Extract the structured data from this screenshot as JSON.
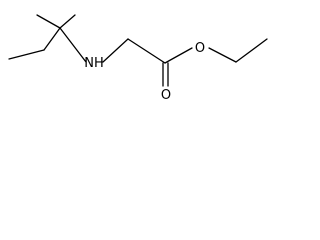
{
  "structure": {
    "atom_labels": [
      {
        "id": "n1",
        "symbol": "N",
        "label": "NH"
      },
      {
        "id": "o1",
        "symbol": "O",
        "label": "O"
      },
      {
        "id": "o2",
        "symbol": "O",
        "label": "O"
      }
    ]
  }
}
